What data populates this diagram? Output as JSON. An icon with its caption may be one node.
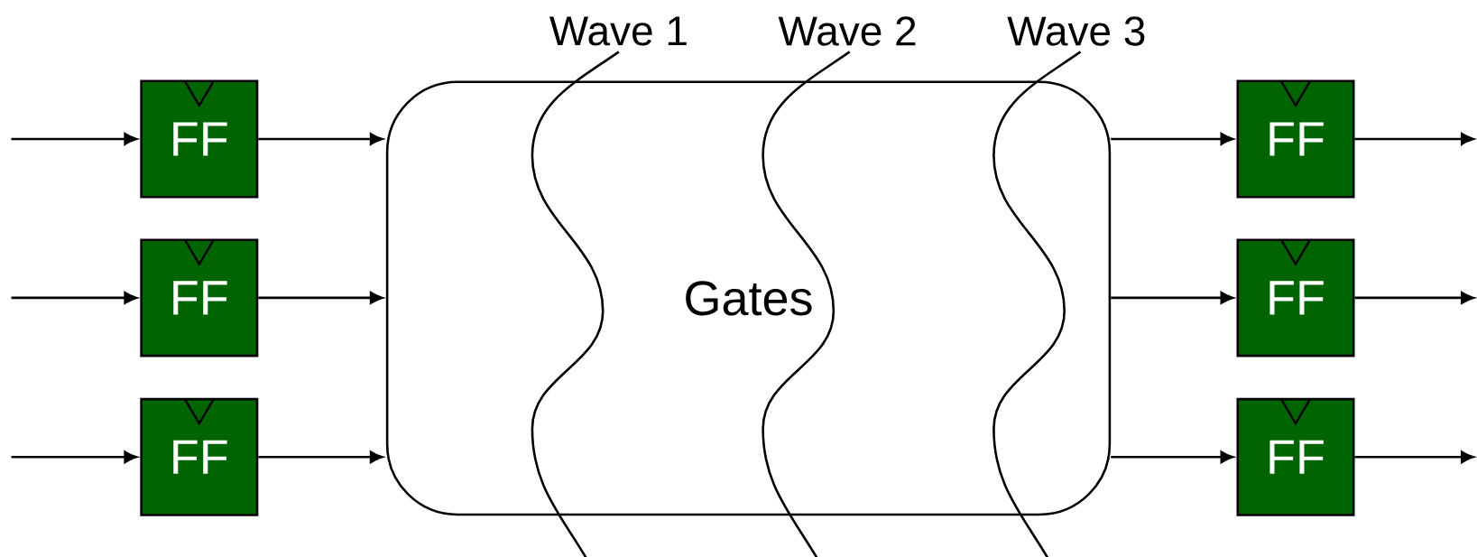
{
  "diagram": {
    "nodes": [
      {
        "text": [
          "FF"
        ]
      },
      {
        "text": [
          "FF"
        ]
      },
      {
        "text": [
          "FF"
        ]
      },
      {
        "text": [
          "Gates"
        ]
      },
      {
        "text": [
          "FF"
        ]
      },
      {
        "text": [
          "FF"
        ]
      },
      {
        "text": [
          "FF"
        ]
      }
    ],
    "edges": [
      {
        "from": null,
        "to": 0,
        "arrow": "to"
      },
      {
        "from": null,
        "to": 1,
        "arrow": "to"
      },
      {
        "from": null,
        "to": 2,
        "arrow": "to"
      },
      {
        "from": 0,
        "to": 3,
        "arrow": "to"
      },
      {
        "from": 1,
        "to": 3,
        "arrow": "to"
      },
      {
        "from": 2,
        "to": 3,
        "arrow": "to"
      },
      {
        "from": 3,
        "to": 4,
        "arrow": "to"
      },
      {
        "from": 3,
        "to": 5,
        "arrow": "to"
      },
      {
        "from": 3,
        "to": 6,
        "arrow": "to"
      },
      {
        "from": 4,
        "to": null,
        "arrow": "to"
      },
      {
        "from": 5,
        "to": null,
        "arrow": "to"
      },
      {
        "from": 6,
        "to": null,
        "arrow": "to"
      }
    ],
    "labels": [
      "Wave 1",
      "Wave 2",
      "Wave 3"
    ]
  }
}
